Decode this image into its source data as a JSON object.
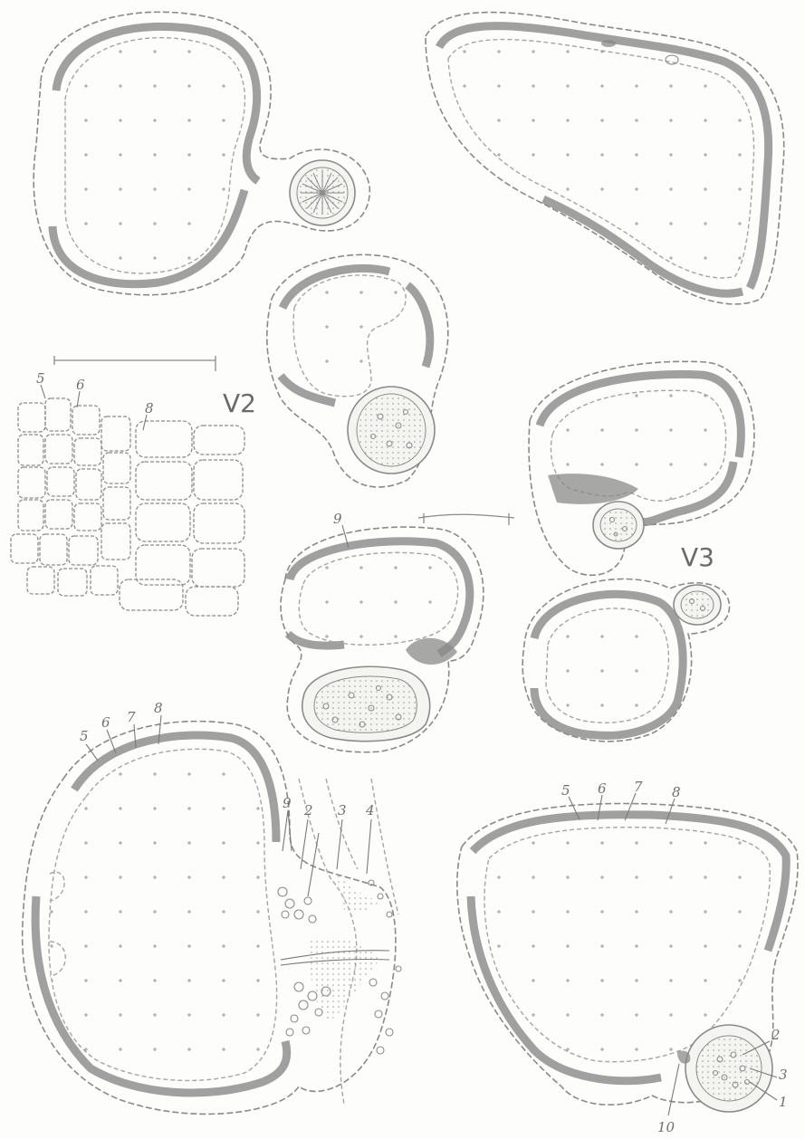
{
  "magnification": {
    "v2": "V2",
    "v3": "V3"
  },
  "cell_numbers": {
    "n5": "5",
    "n6": "6",
    "n7": "7",
    "n8": "8"
  },
  "labels": {
    "l1": "1",
    "l2": "2",
    "l3": "3",
    "l4": "4",
    "l5": "5",
    "l6": "6",
    "l7": "7",
    "l8": "8",
    "l9": "9",
    "l10": "10"
  }
}
